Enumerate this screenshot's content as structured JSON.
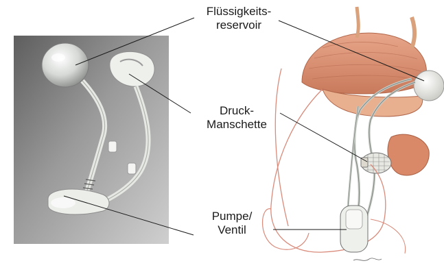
{
  "labels": {
    "reservoir": {
      "line1": "Flüssigkeits-",
      "line2": "reservoir"
    },
    "cuff": {
      "line1": "Druck-",
      "line2": "Manschette"
    },
    "pump": {
      "line1": "Pumpe/",
      "line2": "Ventil"
    }
  },
  "colors": {
    "photo_background": "#8f8f8f",
    "muscle": "#d98968",
    "outline": "#d98a7a",
    "device": "#e9ece8",
    "leader_line": "#1a1a1a"
  }
}
